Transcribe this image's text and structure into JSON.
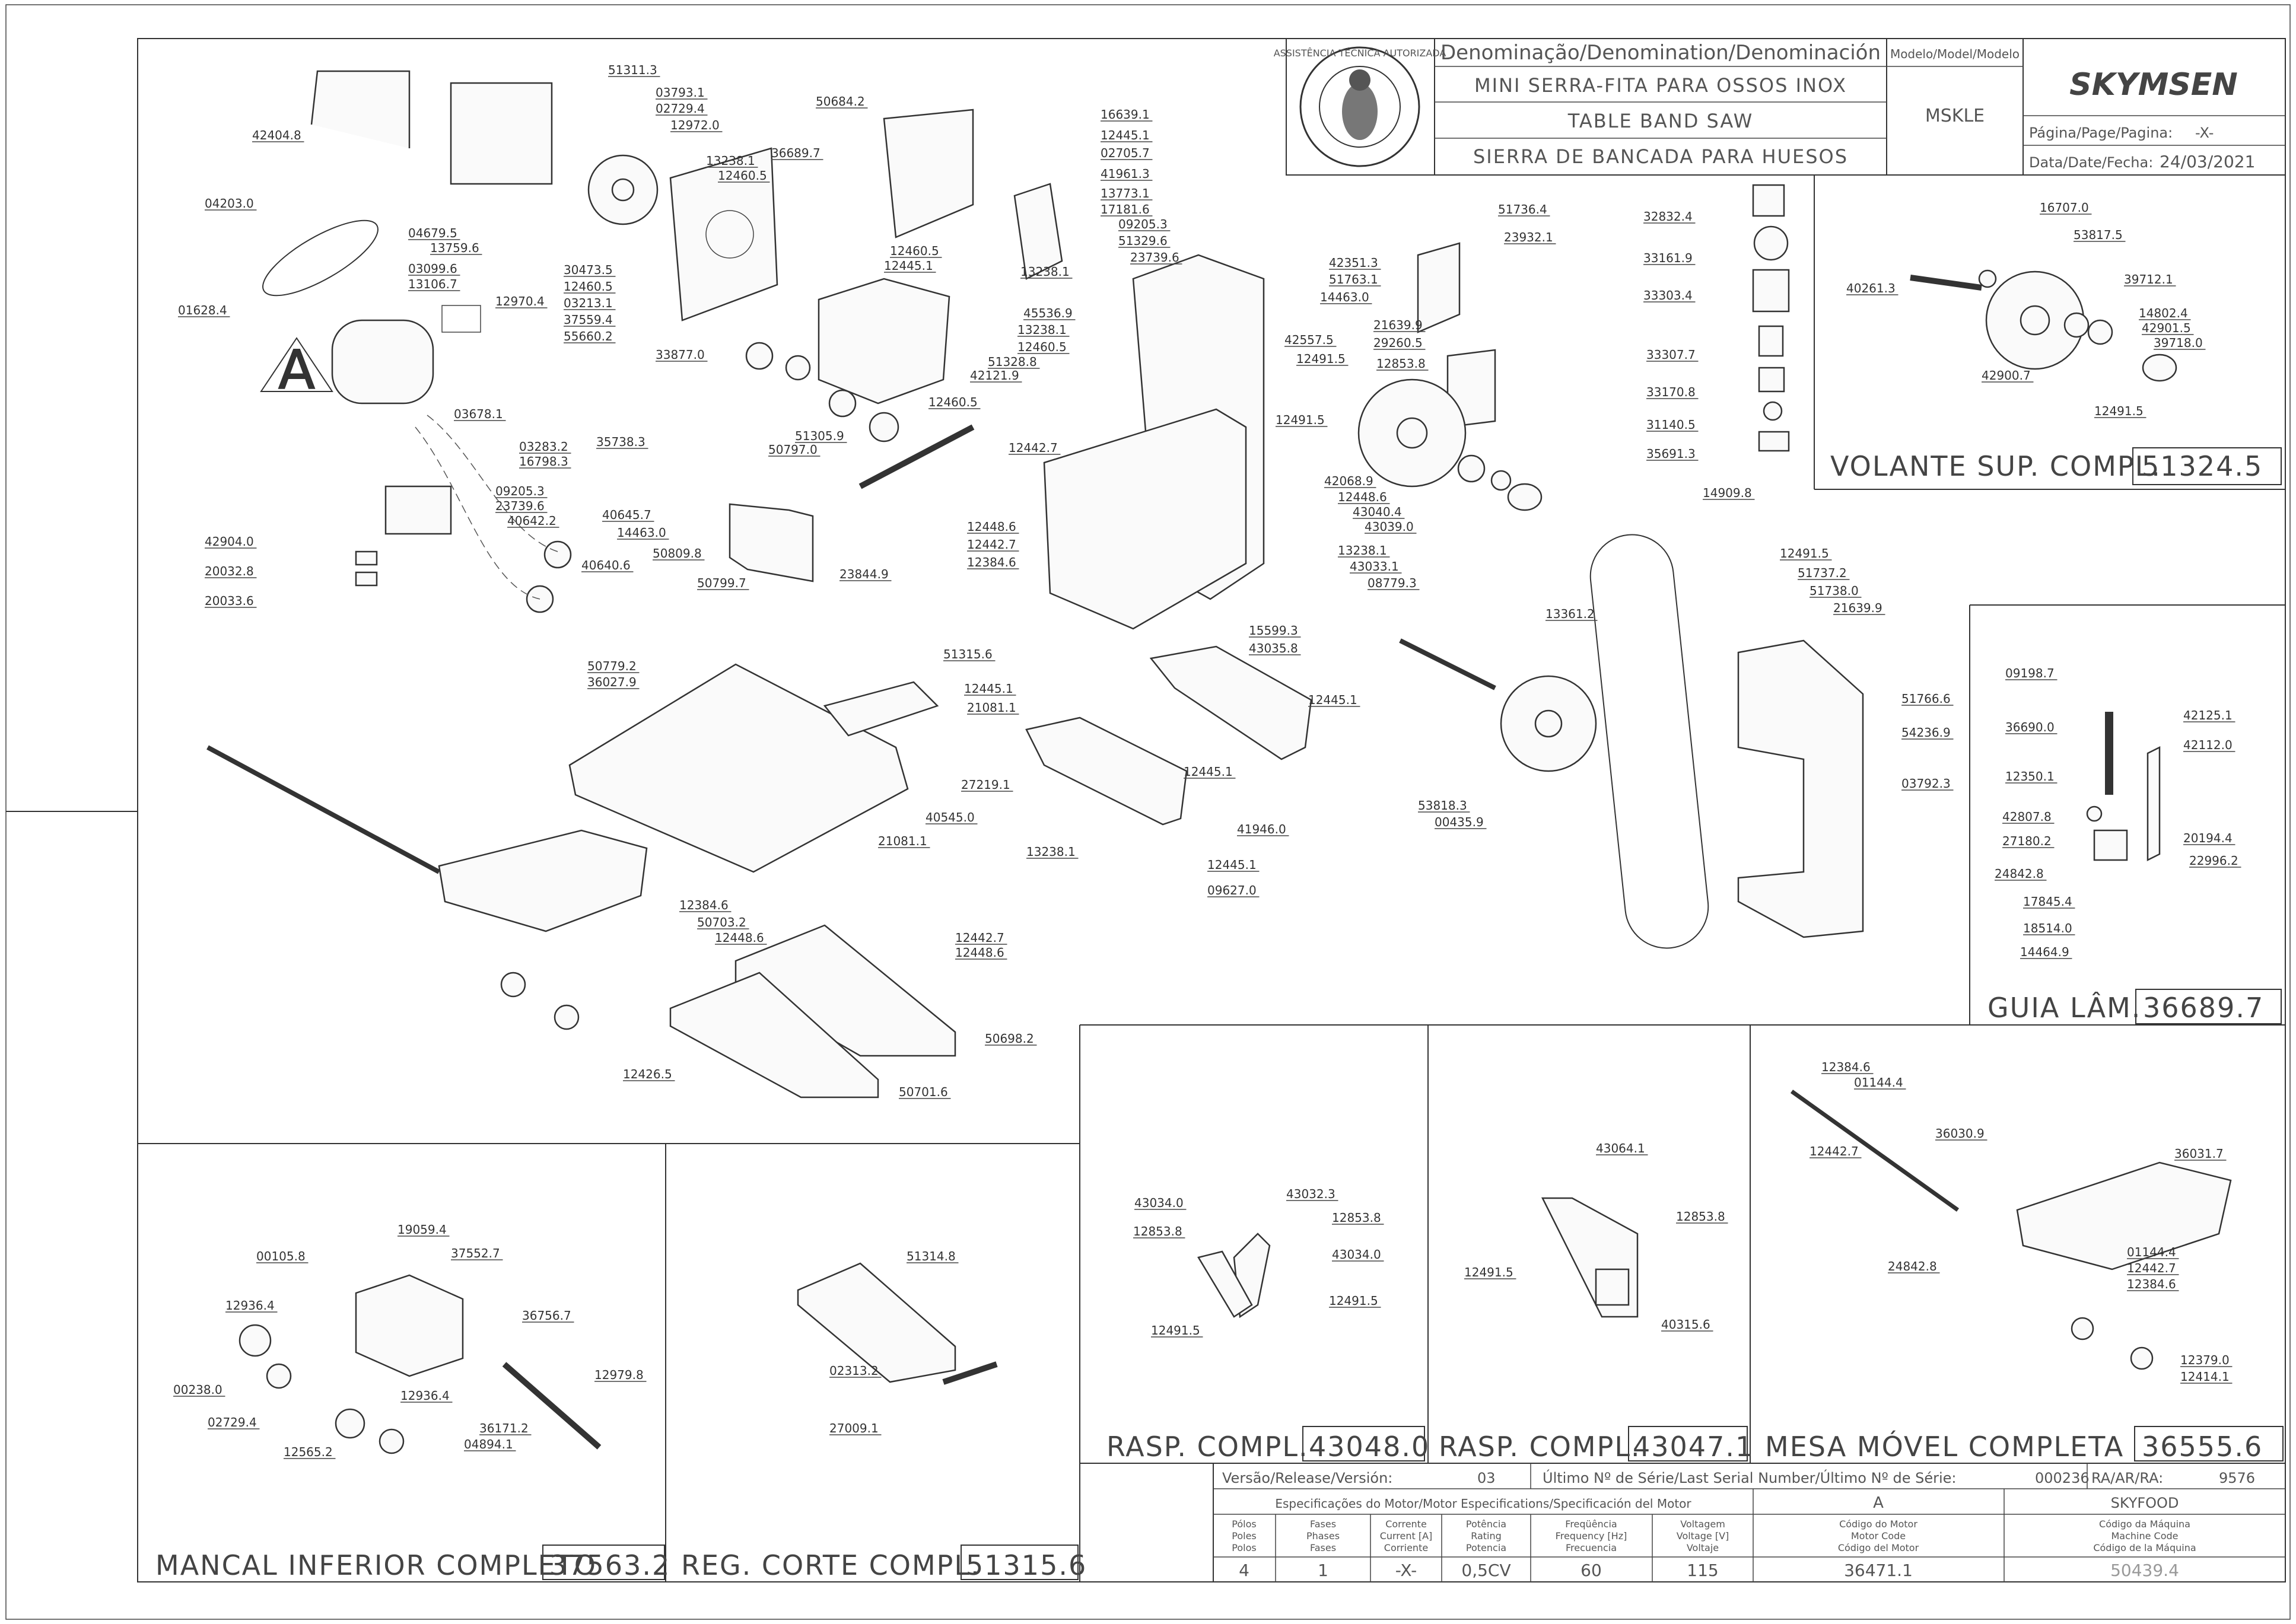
{
  "title_block": {
    "denomination_header": "Denominação/Denomination/Denominación",
    "model_header": "Modelo/Model/Modelo",
    "name_pt": "MINI SERRA-FITA PARA OSSOS INOX",
    "name_en": "TABLE BAND SAW",
    "name_es": "SIERRA DE BANCADA PARA HUESOS",
    "model": "MSKLE",
    "brand": "SKYMSEN",
    "page_label": "Página/Page/Pagina:",
    "page_value": "-X-",
    "date_label": "Data/Date/Fecha:",
    "date_value": "24/03/2021",
    "seal_text": "ASSISTÊNCIA TÉCNICA AUTORIZADA"
  },
  "footer": {
    "version_label": "Versão/Release/Versión:",
    "version_value": "03",
    "serial_label": "Último Nº de Série/Last Serial Number/Último Nº de Série:",
    "serial_value": "000236",
    "ra_label": "RA/AR/RA:",
    "ra_value": "9576",
    "motor_spec_title": "Especificações do Motor/Motor Especifications/Specificación del Motor",
    "motor_code_letter": "A",
    "skyfood": "SKYFOOD",
    "columns": [
      {
        "h1": "Pólos",
        "h2": "Poles",
        "h3": "Polos",
        "value": "4"
      },
      {
        "h1": "Fases",
        "h2": "Phases",
        "h3": "Fases",
        "value": "1"
      },
      {
        "h1": "Corrente",
        "h2": "Current [A]",
        "h3": "Corriente",
        "value": "-X-"
      },
      {
        "h1": "Potência",
        "h2": "Rating",
        "h3": "Potencia",
        "value": "0,5CV"
      },
      {
        "h1": "Freqüência",
        "h2": "Frequency [Hz]",
        "h3": "Frecuencia",
        "value": "60"
      },
      {
        "h1": "Voltagem",
        "h2": "Voltage [V]",
        "h3": "Voltaje",
        "value": "115"
      },
      {
        "h1": "Código do Motor",
        "h2": "Motor Code",
        "h3": "Código del Motor",
        "value": "36471.1"
      },
      {
        "h1": "Código da Máquina",
        "h2": "Machine Code",
        "h3": "Código de la Máquina",
        "value": "50439.4"
      }
    ]
  },
  "sections": {
    "volante_name": "VOLANTE SUP. COMPL.",
    "volante_code": "51324.5",
    "guia_name": "GUIA LÂM.",
    "guia_code": "36689.7",
    "rasp1_name": "RASP. COMPL.",
    "rasp1_code": "43048.0",
    "rasp2_name": "RASP. COMPL.",
    "rasp2_code": "43047.1",
    "mesa_name": "MESA MÓVEL COMPLETA",
    "mesa_code": "36555.6",
    "mancal_name": "MANCAL INFERIOR COMPLETO",
    "mancal_code": "37563.2",
    "reg_name": "REG. CORTE COMPL.",
    "reg_code": "51315.6"
  },
  "motor_marker": "A",
  "labels": {
    "main": [
      "51311.3",
      "42404.8",
      "03793.1",
      "02729.4",
      "12972.0",
      "04203.0",
      "04679.5",
      "13759.6",
      "03099.6",
      "13106.7",
      "01628.4",
      "12970.4",
      "30473.5",
      "12460.5",
      "03213.1",
      "37559.4",
      "55660.2",
      "33877.0",
      "13238.1",
      "12460.5",
      "36689.7",
      "50684.2",
      "12460.5",
      "12445.1",
      "03678.1",
      "35738.3",
      "03283.2",
      "16798.3",
      "09205.3",
      "23739.6",
      "40642.2",
      "42904.0",
      "40645.7",
      "14463.0",
      "50809.8",
      "20032.8",
      "40640.6",
      "20033.6",
      "51305.9",
      "50797.0",
      "50799.7",
      "16639.1",
      "12445.1",
      "02705.7",
      "41961.3",
      "13773.1",
      "17181.6",
      "09205.3",
      "51329.6",
      "23739.6",
      "13238.1",
      "45536.9",
      "13238.1",
      "12460.5",
      "51328.8",
      "42121.9",
      "12460.5",
      "12491.5",
      "42351.3",
      "51763.1",
      "14463.0",
      "42557.5",
      "12491.5",
      "42068.9",
      "12448.6",
      "43040.4",
      "43039.0",
      "13238.1",
      "43033.1",
      "08779.3",
      "15599.3",
      "43035.8",
      "12442.7",
      "12448.6",
      "12442.7",
      "12384.6",
      "23844.9",
      "51315.6",
      "12445.1",
      "21081.1",
      "50779.2",
      "36027.9",
      "27219.1",
      "40545.0",
      "21081.1",
      "12445.1",
      "12445.1",
      "41946.0",
      "13238.1",
      "12445.1",
      "09627.0",
      "12384.6",
      "50703.2",
      "12448.6",
      "12442.7",
      "12448.6",
      "50698.2",
      "12426.5",
      "50701.6",
      "51736.4",
      "23932.1",
      "21639.9",
      "29260.5",
      "12853.8",
      "32832.4",
      "33161.9",
      "33303.4",
      "33307.7",
      "33170.8",
      "31140.5",
      "35691.3",
      "14909.8",
      "12491.5",
      "51737.2",
      "51738.0",
      "21639.9",
      "13361.2",
      "51766.6",
      "54236.9",
      "03792.3",
      "53818.3",
      "00435.9"
    ],
    "volante": [
      "16707.0",
      "53817.5",
      "40261.3",
      "39712.1",
      "14802.4",
      "42901.5",
      "39718.0",
      "42900.7",
      "12491.5"
    ],
    "guia": [
      "09198.7",
      "36690.0",
      "42125.1",
      "42112.0",
      "12350.1",
      "42807.8",
      "27180.2",
      "24842.8",
      "17845.4",
      "18514.0",
      "14464.9",
      "20194.4",
      "22996.2"
    ],
    "rasp1": [
      "43034.0",
      "43032.3",
      "12853.8",
      "12853.8",
      "43034.0",
      "12491.5",
      "12491.5"
    ],
    "rasp2": [
      "43064.1",
      "12853.8",
      "12491.5",
      "40315.6"
    ],
    "mesa": [
      "12384.6",
      "01144.4",
      "36030.9",
      "12442.7",
      "36031.7",
      "24842.8",
      "01144.4",
      "12442.7",
      "12384.6",
      "12379.0",
      "12414.1"
    ],
    "mancal": [
      "19059.4",
      "00105.8",
      "37552.7",
      "12936.4",
      "36756.7",
      "12979.8",
      "00238.0",
      "02729.4",
      "12936.4",
      "12565.2",
      "36171.2",
      "04894.1"
    ],
    "reg": [
      "51314.8",
      "02313.2",
      "27009.1"
    ]
  }
}
